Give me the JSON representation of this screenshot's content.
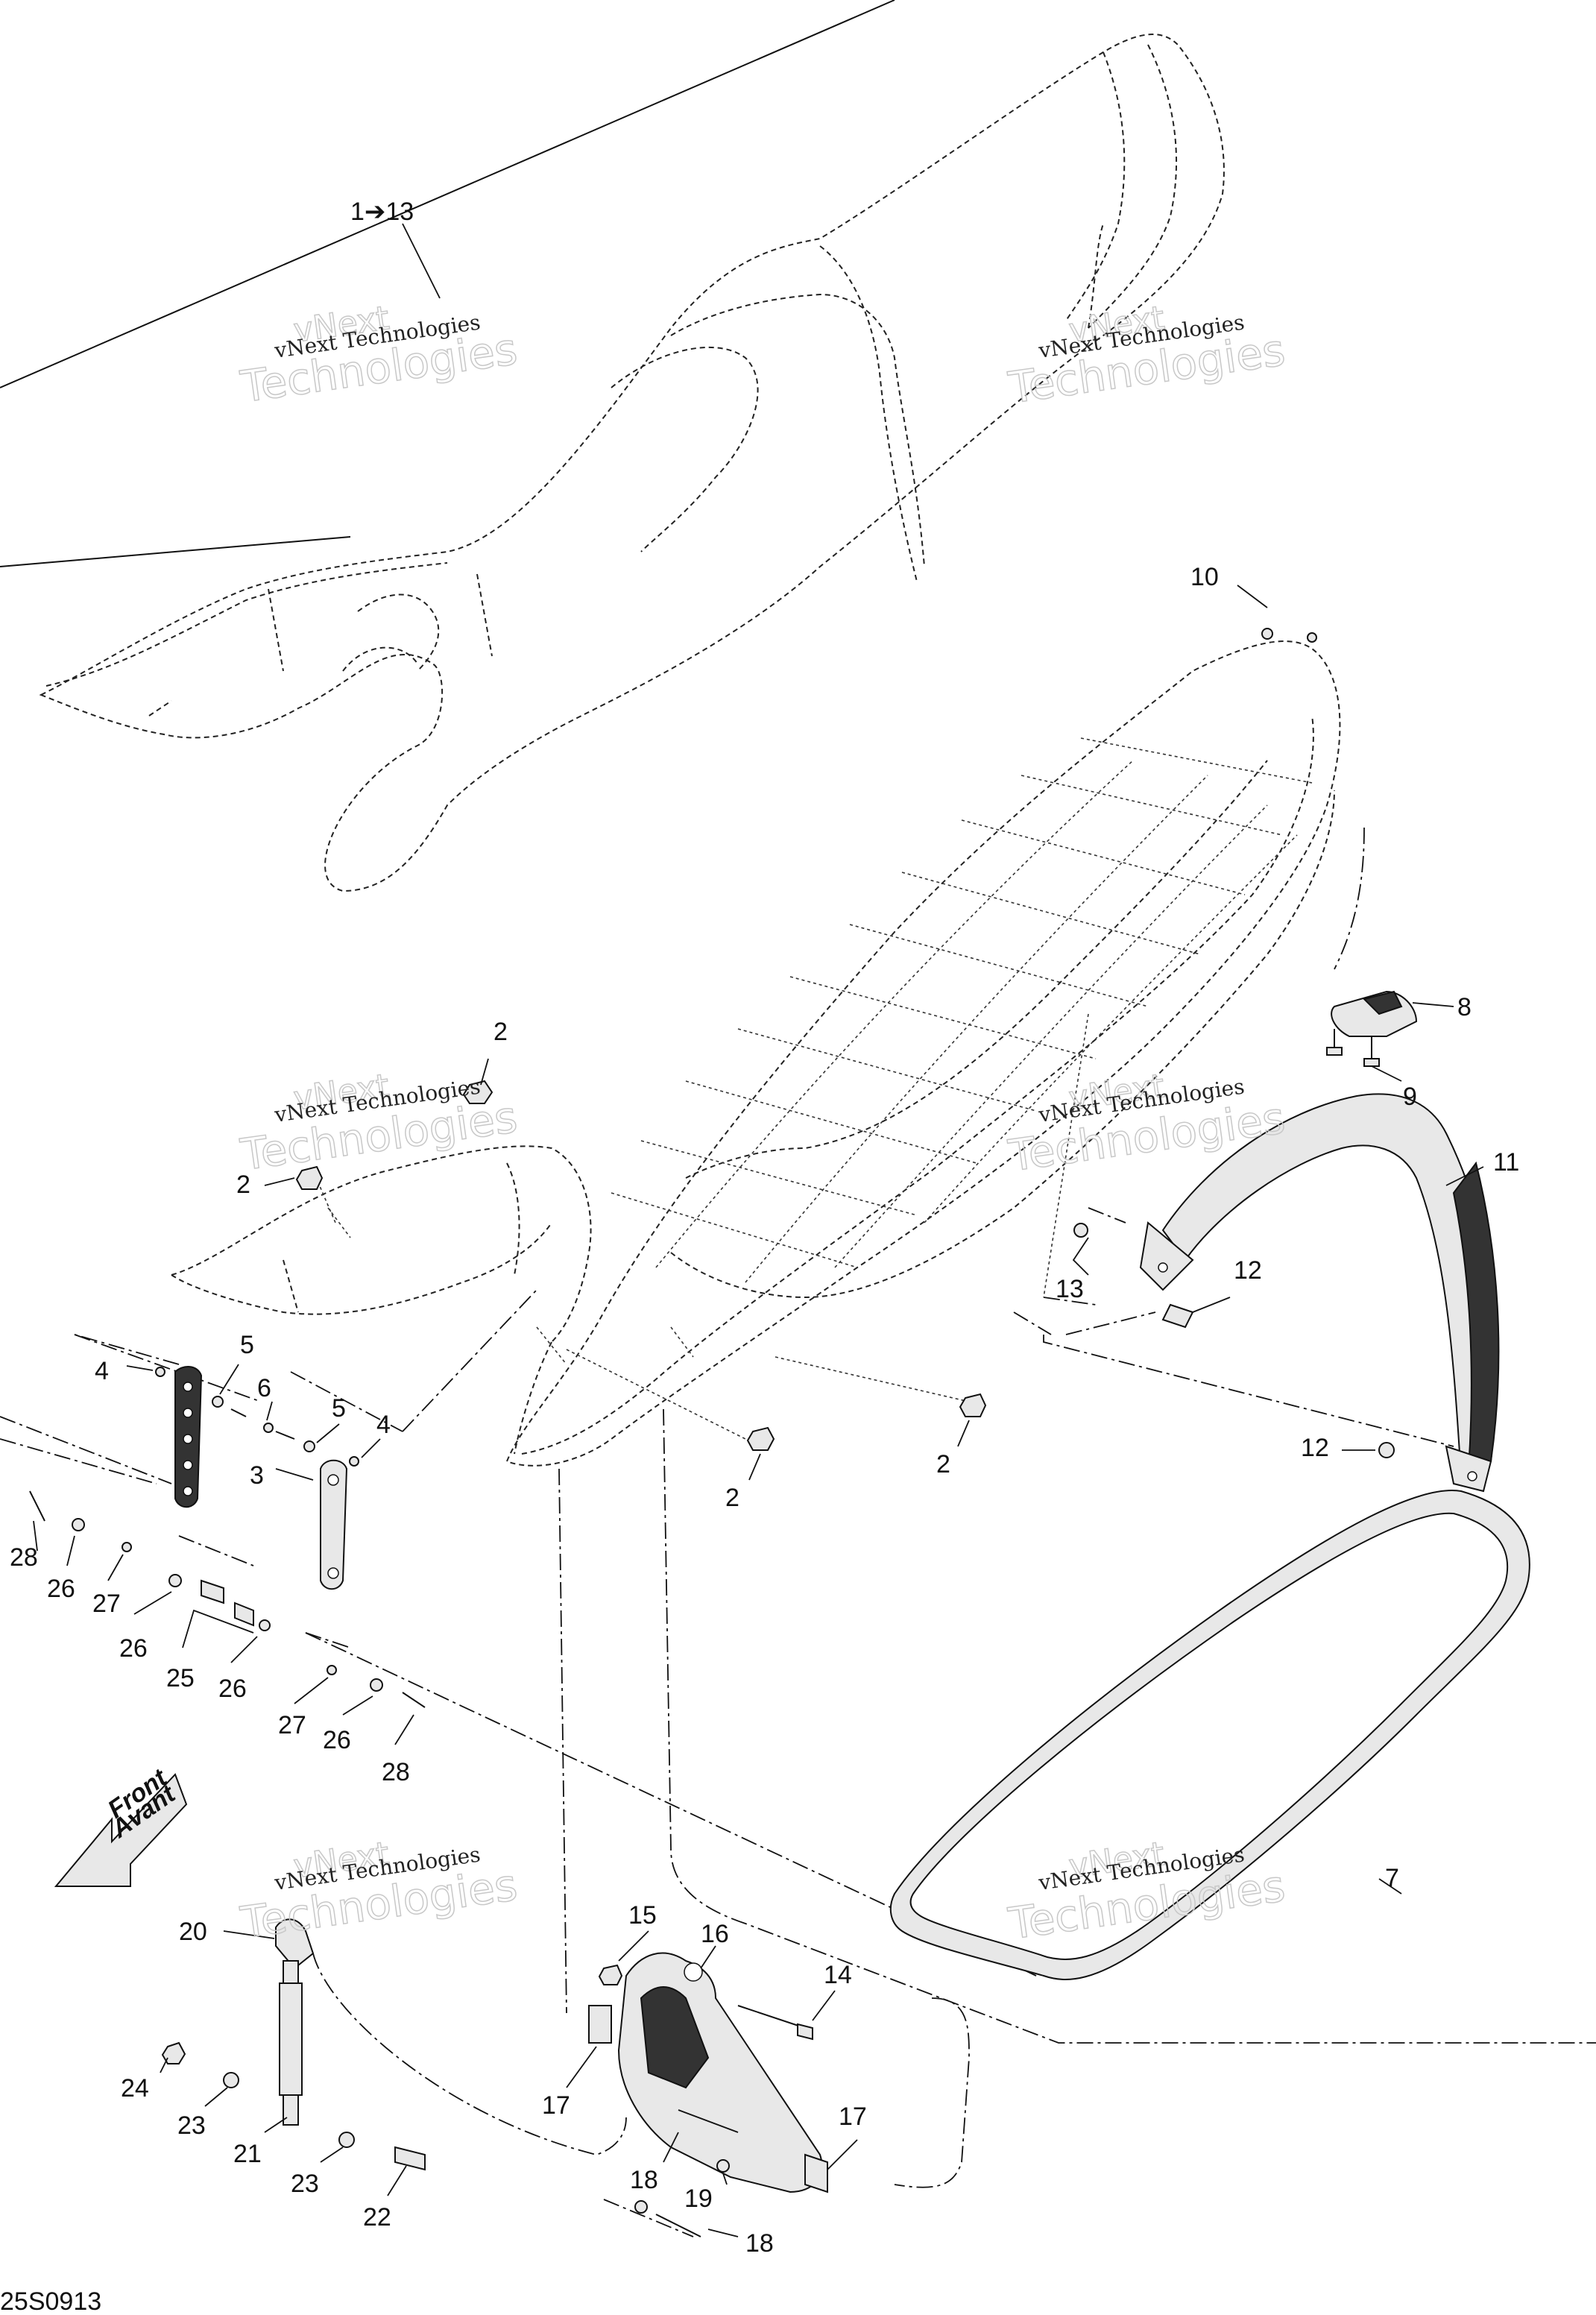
{
  "diagram_id": "25S0913",
  "watermark": {
    "line1": "vNext Technologies",
    "line2": "vNext",
    "line3": "Technologies"
  },
  "front_arrow": {
    "line1": "Front",
    "line2": "Avant"
  },
  "callouts": [
    {
      "id": "c-1-13",
      "text": "1➔13"
    },
    {
      "id": "c-10",
      "text": "10"
    },
    {
      "id": "c-8",
      "text": "8"
    },
    {
      "id": "c-9",
      "text": "9"
    },
    {
      "id": "c-11",
      "text": "11"
    },
    {
      "id": "c-12a",
      "text": "12"
    },
    {
      "id": "c-13",
      "text": "13"
    },
    {
      "id": "c-12b",
      "text": "12"
    },
    {
      "id": "c-2a",
      "text": "2"
    },
    {
      "id": "c-2b",
      "text": "2"
    },
    {
      "id": "c-2c",
      "text": "2"
    },
    {
      "id": "c-2d",
      "text": "2"
    },
    {
      "id": "c-4a",
      "text": "4"
    },
    {
      "id": "c-5a",
      "text": "5"
    },
    {
      "id": "c-6",
      "text": "6"
    },
    {
      "id": "c-5b",
      "text": "5"
    },
    {
      "id": "c-4b",
      "text": "4"
    },
    {
      "id": "c-3",
      "text": "3"
    },
    {
      "id": "c-28a",
      "text": "28"
    },
    {
      "id": "c-26a",
      "text": "26"
    },
    {
      "id": "c-27a",
      "text": "27"
    },
    {
      "id": "c-26b",
      "text": "26"
    },
    {
      "id": "c-25",
      "text": "25"
    },
    {
      "id": "c-26c",
      "text": "26"
    },
    {
      "id": "c-27b",
      "text": "27"
    },
    {
      "id": "c-26d",
      "text": "26"
    },
    {
      "id": "c-28b",
      "text": "28"
    },
    {
      "id": "c-7",
      "text": "7"
    },
    {
      "id": "c-20",
      "text": "20"
    },
    {
      "id": "c-15",
      "text": "15"
    },
    {
      "id": "c-16",
      "text": "16"
    },
    {
      "id": "c-14",
      "text": "14"
    },
    {
      "id": "c-24",
      "text": "24"
    },
    {
      "id": "c-23a",
      "text": "23"
    },
    {
      "id": "c-21",
      "text": "21"
    },
    {
      "id": "c-23b",
      "text": "23"
    },
    {
      "id": "c-22",
      "text": "22"
    },
    {
      "id": "c-17a",
      "text": "17"
    },
    {
      "id": "c-17b",
      "text": "17"
    },
    {
      "id": "c-18a",
      "text": "18"
    },
    {
      "id": "c-19",
      "text": "19"
    },
    {
      "id": "c-18b",
      "text": "18"
    }
  ]
}
